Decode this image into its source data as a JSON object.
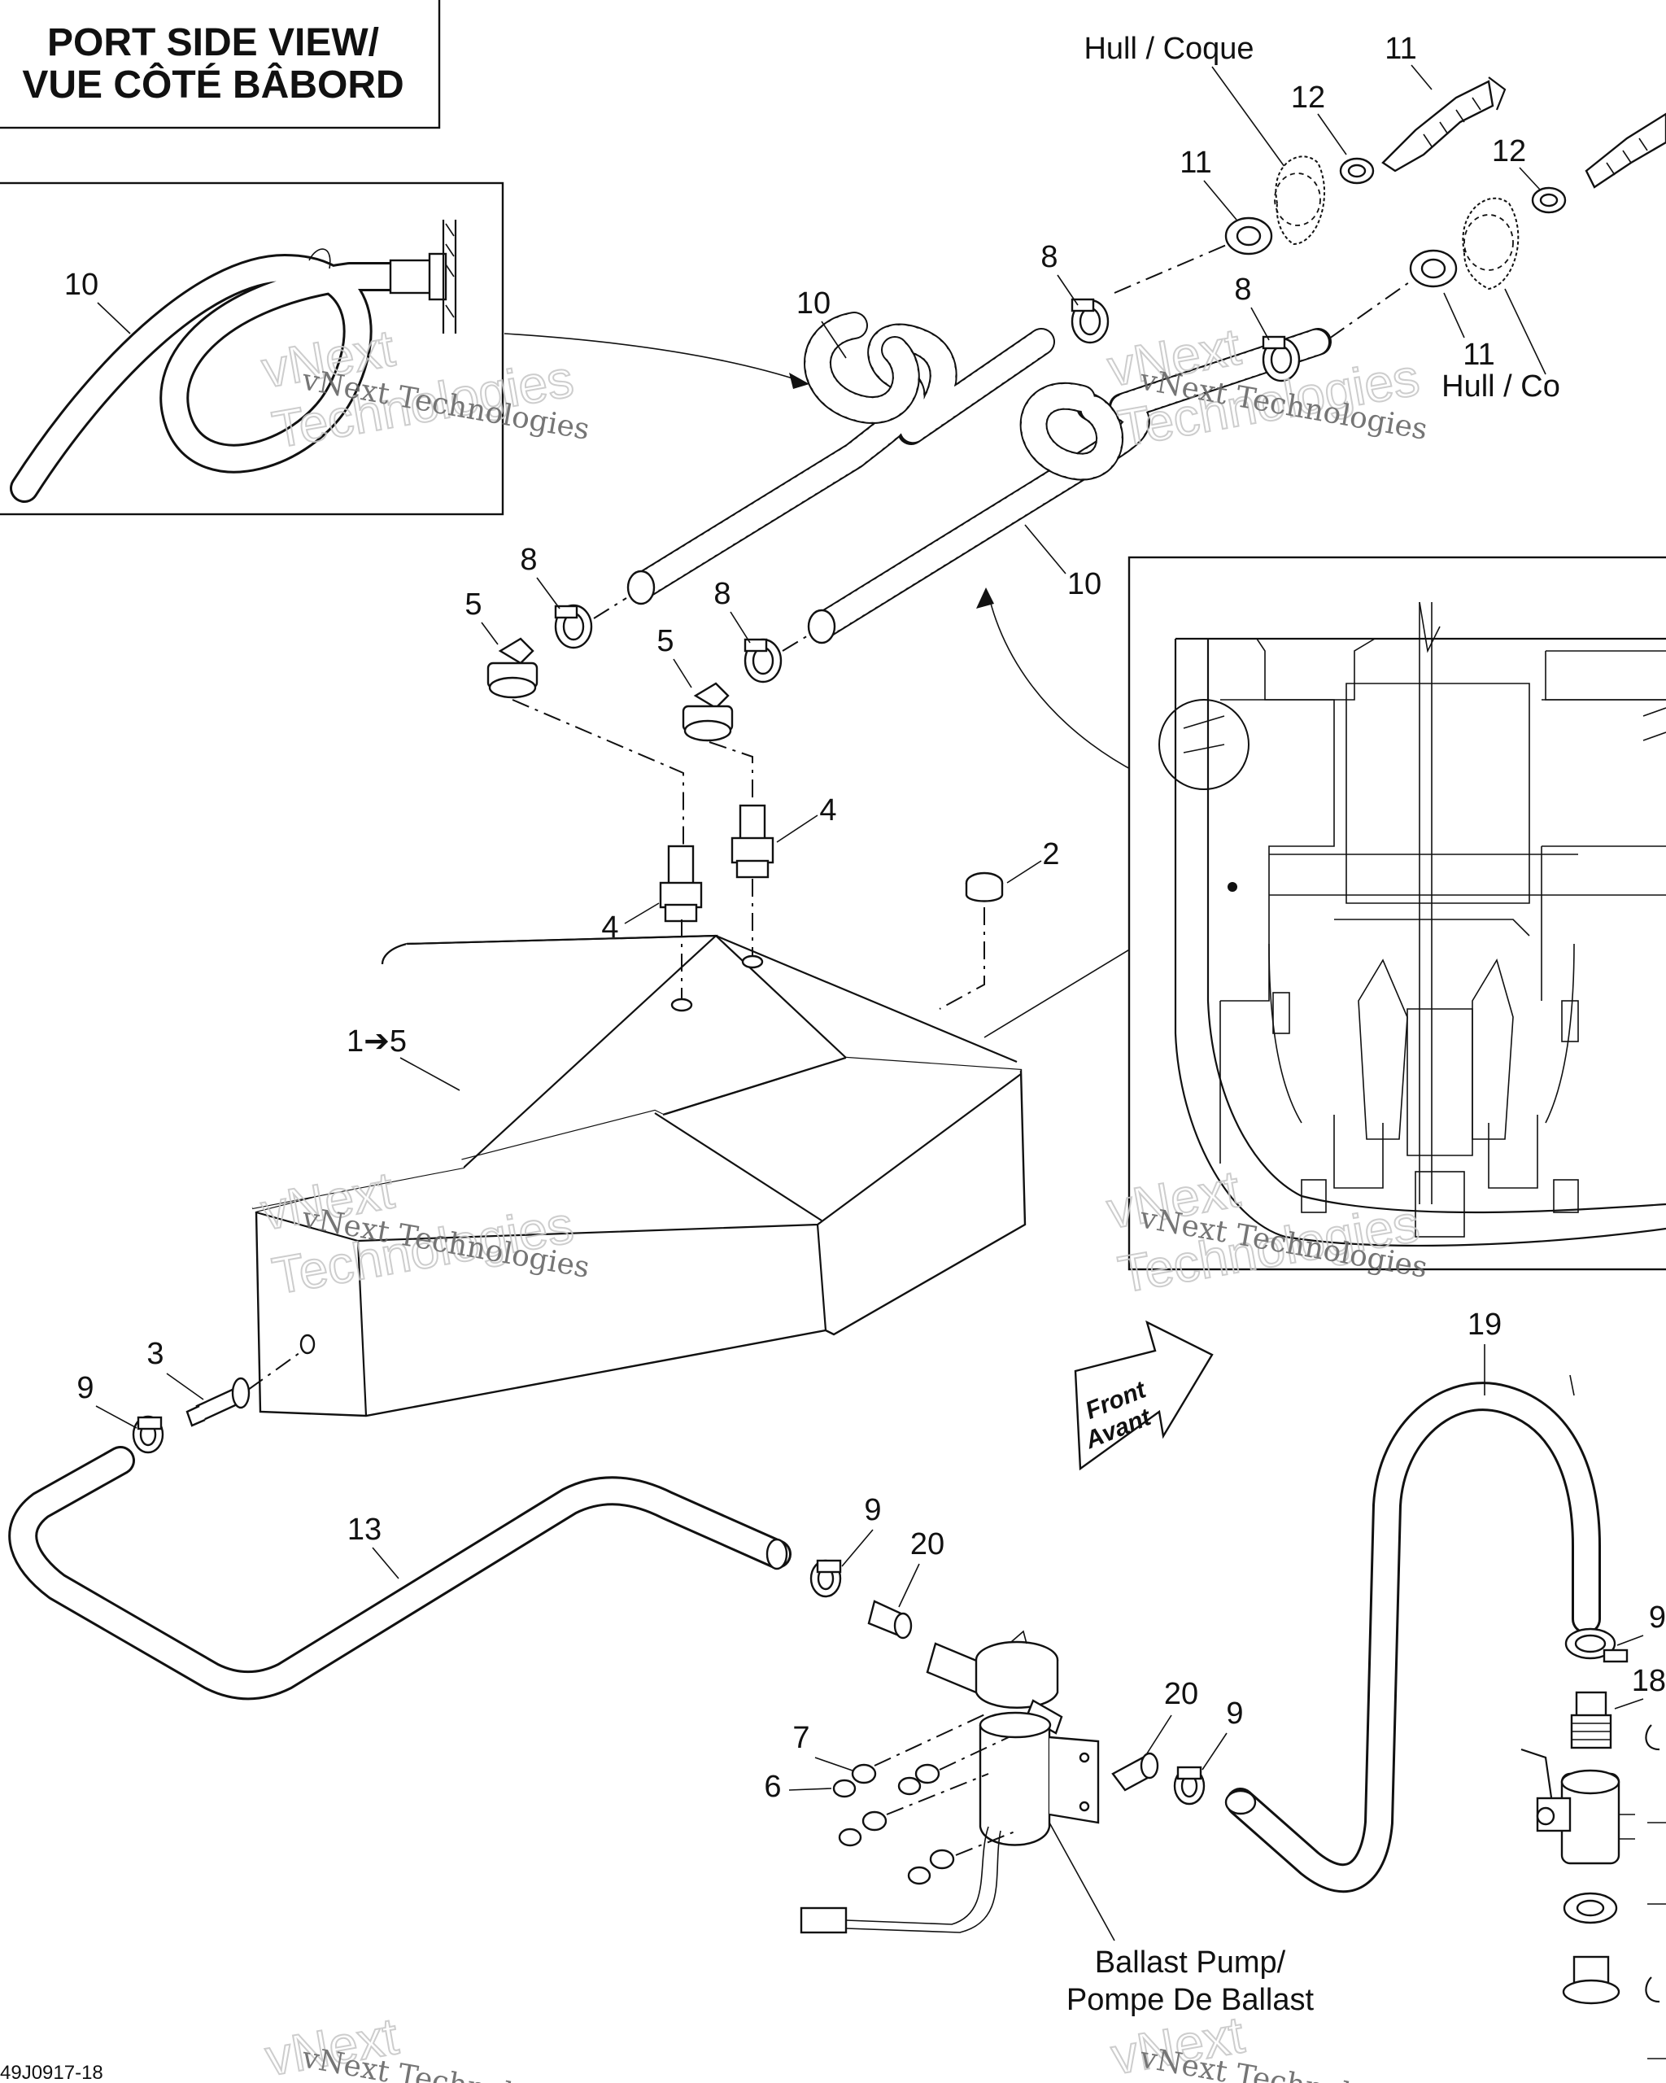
{
  "title": {
    "line1": "PORT SIDE VIEW/",
    "line2": "VUE CÔTÉ BÂBORD"
  },
  "labels": {
    "hull_coque": "Hull / Coque",
    "hull_coque_cut": "Hull / Co",
    "front_en": "Front",
    "front_fr": "Avant",
    "ballast_pump_en": "Ballast Pump/",
    "ballast_pump_fr": "Pompe De Ballast",
    "figure_id": "49J0917-18"
  },
  "callouts": {
    "c10_inset": "10",
    "c10_top": "10",
    "c10_mid": "10",
    "c11_top": "11",
    "c11_left": "11",
    "c11_right": "11",
    "c12_a": "12",
    "c12_b": "12",
    "c8_a": "8",
    "c8_b": "8",
    "c8_c": "8",
    "c8_d": "8",
    "c5_a": "5",
    "c5_b": "5",
    "c4_a": "4",
    "c4_b": "4",
    "c2": "2",
    "c1_5": "1➔5",
    "c3": "3",
    "c9_a": "9",
    "c9_b": "9",
    "c9_c": "9",
    "c9_d": "9",
    "c13": "13",
    "c20_a": "20",
    "c20_b": "20",
    "c19": "19",
    "c18": "18",
    "c7": "7",
    "c6": "6"
  },
  "watermark": {
    "text": "vNext Technologies",
    "big_line1": "vNext",
    "big_line2": "Technologies"
  }
}
